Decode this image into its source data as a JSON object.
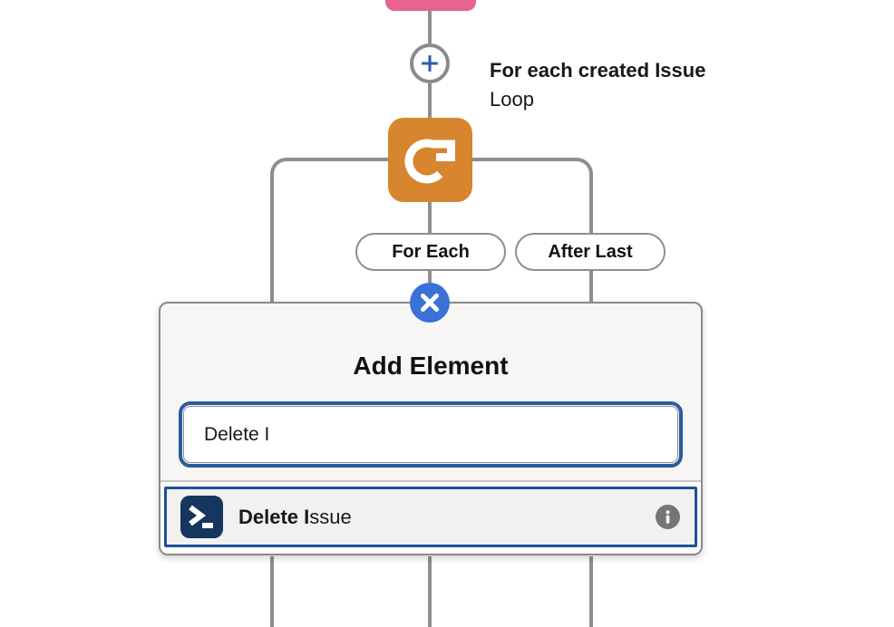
{
  "flow": {
    "previous_node": {
      "type": "record-node",
      "color": "#e8638f"
    },
    "add_connector_button": {
      "icon": "plus-icon",
      "plus_color": "#2b5da6"
    },
    "loop_node": {
      "title": "For each created Issue",
      "subtitle": "Loop",
      "icon": "loop-icon",
      "color": "#d7852e"
    },
    "branches": [
      {
        "label": "For Each"
      },
      {
        "label": "After Last"
      }
    ],
    "close_button": {
      "icon": "close-icon",
      "color": "#3a71d8"
    }
  },
  "popup": {
    "title": "Add Element",
    "search": {
      "value": "Delete I"
    },
    "results": [
      {
        "label_match": "Delete I",
        "label_rest": "ssue",
        "icon": "apex-action-terminal-icon",
        "icon_color": "#16355f",
        "info_icon": "info-icon"
      }
    ]
  },
  "colors": {
    "connector": "#8e8e8e",
    "focus_ring": "#2a5c9e",
    "selected_border": "#1b5297",
    "popup_background": "#f7f6f4",
    "text": "#181818"
  }
}
